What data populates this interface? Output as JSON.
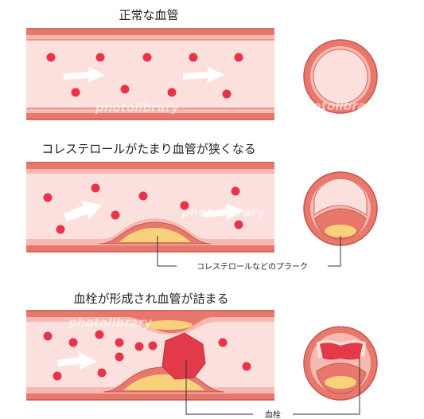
{
  "titles": {
    "normal": "正常な血管",
    "narrowing": "コレステロールがたまり血管が狭くなる",
    "thrombus": "血栓が形成され血管が詰まる"
  },
  "labels": {
    "plaque": "コレステロールなどのプラーク",
    "thrombus": "血栓"
  },
  "watermark": "photolibrary",
  "colors": {
    "wall": "#e8776c",
    "wall_outline": "#c8564c",
    "lumen": "#fbe0dd",
    "blood_cell": "#e8344a",
    "plaque": "#f8d27a",
    "thrombus": "#e23a48",
    "arrow": "#ffffff"
  }
}
